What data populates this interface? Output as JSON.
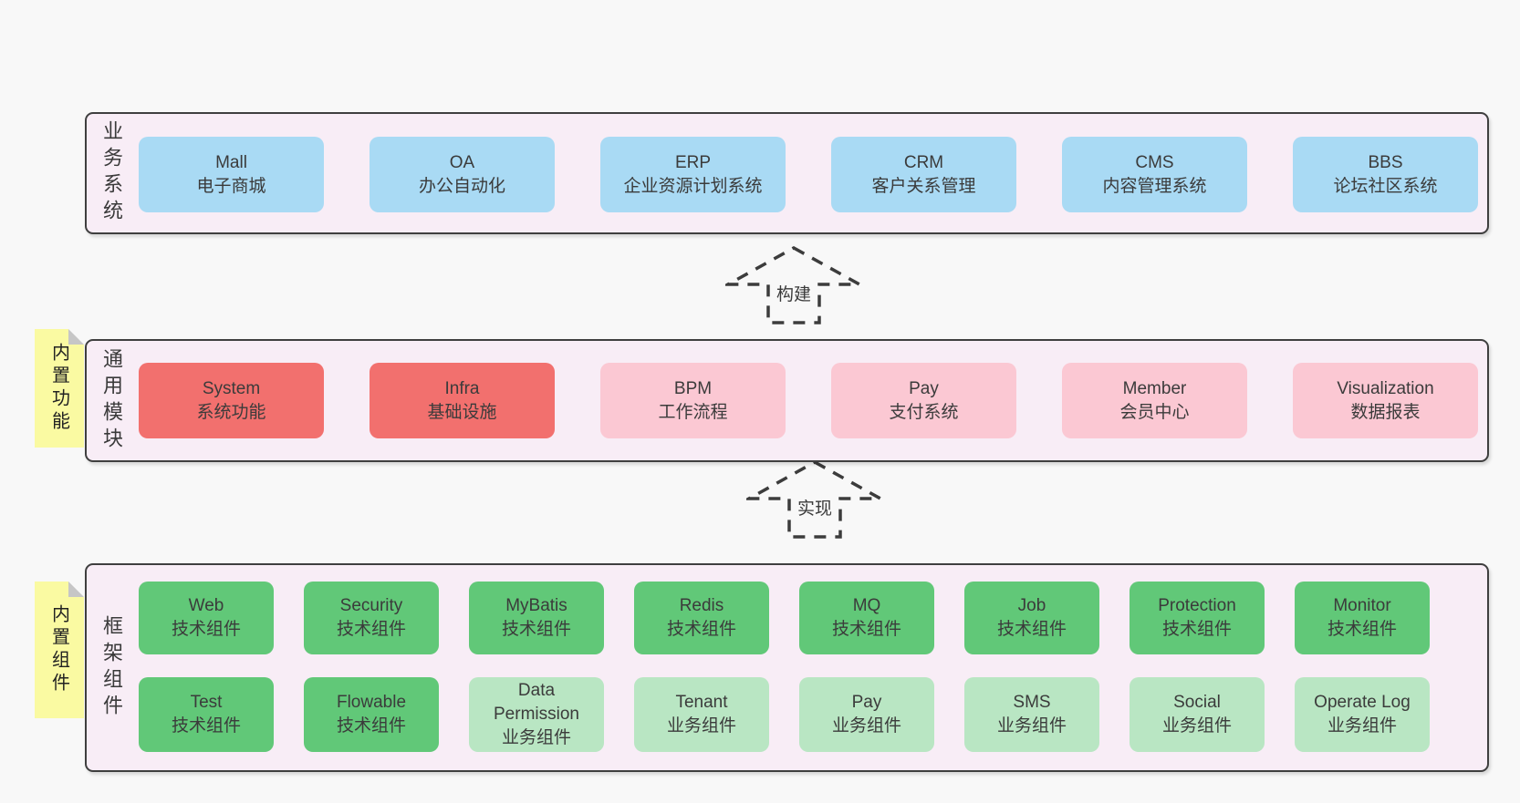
{
  "arrows": {
    "build": "构建",
    "implement": "实现"
  },
  "band_business": {
    "label": "业务系统",
    "boxes": [
      {
        "name": "Mall",
        "desc": "电子商城"
      },
      {
        "name": "OA",
        "desc": "办公自动化"
      },
      {
        "name": "ERP",
        "desc": "企业资源计划系统"
      },
      {
        "name": "CRM",
        "desc": "客户关系管理"
      },
      {
        "name": "CMS",
        "desc": "内容管理系统"
      },
      {
        "name": "BBS",
        "desc": "论坛社区系统"
      }
    ]
  },
  "band_modules": {
    "label": "通用模块",
    "note": "内置功能",
    "boxes": [
      {
        "name": "System",
        "desc": "系统功能",
        "variant": "red"
      },
      {
        "name": "Infra",
        "desc": "基础设施",
        "variant": "red"
      },
      {
        "name": "BPM",
        "desc": "工作流程",
        "variant": "pink"
      },
      {
        "name": "Pay",
        "desc": "支付系统",
        "variant": "pink"
      },
      {
        "name": "Member",
        "desc": "会员中心",
        "variant": "pink"
      },
      {
        "name": "Visualization",
        "desc": "数据报表",
        "variant": "pink"
      }
    ]
  },
  "band_framework": {
    "label": "框架组件",
    "note": "内置组件",
    "row1": [
      {
        "name": "Web",
        "desc": "技术组件",
        "variant": "green"
      },
      {
        "name": "Security",
        "desc": "技术组件",
        "variant": "green"
      },
      {
        "name": "MyBatis",
        "desc": "技术组件",
        "variant": "green"
      },
      {
        "name": "Redis",
        "desc": "技术组件",
        "variant": "green"
      },
      {
        "name": "MQ",
        "desc": "技术组件",
        "variant": "green"
      },
      {
        "name": "Job",
        "desc": "技术组件",
        "variant": "green"
      },
      {
        "name": "Protection",
        "desc": "技术组件",
        "variant": "green"
      },
      {
        "name": "Monitor",
        "desc": "技术组件",
        "variant": "green"
      }
    ],
    "row2": [
      {
        "name": "Test",
        "desc": "技术组件",
        "variant": "green"
      },
      {
        "name": "Flowable",
        "desc": "技术组件",
        "variant": "green"
      },
      {
        "name": "Data Permission",
        "desc": "业务组件",
        "variant": "lightgreen"
      },
      {
        "name": "Tenant",
        "desc": "业务组件",
        "variant": "lightgreen"
      },
      {
        "name": "Pay",
        "desc": "业务组件",
        "variant": "lightgreen"
      },
      {
        "name": "SMS",
        "desc": "业务组件",
        "variant": "lightgreen"
      },
      {
        "name": "Social",
        "desc": "业务组件",
        "variant": "lightgreen"
      },
      {
        "name": "Operate Log",
        "desc": "业务组件",
        "variant": "lightgreen"
      }
    ]
  },
  "colors": {
    "page_bg": "#f8f8f8",
    "band_bg": "#f8edf6",
    "band_border": "#3f3f3f",
    "blue": "#a9daf4",
    "red": "#f2706e",
    "pink": "#fbc8d3",
    "green": "#61c878",
    "light_green": "#b9e6c3",
    "note_yellow": "#fafaa2",
    "text": "#3b3b3b"
  }
}
